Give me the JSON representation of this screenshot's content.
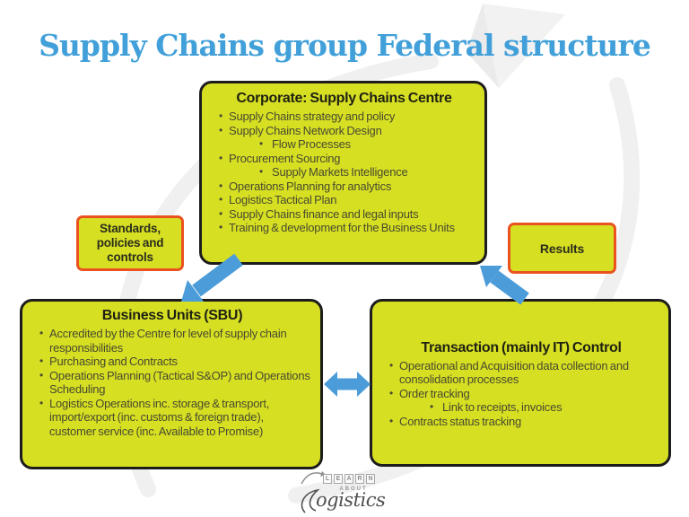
{
  "title": "Supply Chains group Federal structure",
  "boxes": {
    "corporate": {
      "title": "Corporate: Supply Chains Centre",
      "items": [
        {
          "level": 1,
          "text": "Supply Chains strategy and policy"
        },
        {
          "level": 1,
          "text": "Supply Chains Network Design"
        },
        {
          "level": 2,
          "text": "Flow Processes"
        },
        {
          "level": 1,
          "text": "Procurement Sourcing"
        },
        {
          "level": 2,
          "text": "Supply Markets Intelligence"
        },
        {
          "level": 1,
          "text": "Operations Planning for analytics"
        },
        {
          "level": 1,
          "text": "Logistics Tactical Plan"
        },
        {
          "level": 1,
          "text": "Supply Chains finance and legal inputs"
        },
        {
          "level": 1,
          "text": "Training & development for the Business Units"
        }
      ]
    },
    "standards": {
      "label": "Standards,\npolicies and\ncontrols"
    },
    "results": {
      "label": "Results"
    },
    "business_units": {
      "title": "Business Units (SBU)",
      "items": [
        {
          "level": 1,
          "text": "Accredited by the Centre for level of supply chain responsibilities"
        },
        {
          "level": 1,
          "text": "Purchasing and Contracts"
        },
        {
          "level": 1,
          "text": "Operations Planning (Tactical S&OP) and Operations Scheduling"
        },
        {
          "level": 1,
          "text": "Logistics Operations inc. storage & transport, import/export (inc. customs & foreign trade), customer service (inc. Available to Promise)"
        }
      ]
    },
    "transaction": {
      "title": "Transaction (mainly IT) Control",
      "items": [
        {
          "level": 1,
          "text": "Operational and Acquisition data collection and consolidation processes"
        },
        {
          "level": 1,
          "text": "Order tracking"
        },
        {
          "level": 2,
          "text": "Link to receipts, invoices"
        },
        {
          "level": 1,
          "text": "Contracts status tracking"
        }
      ]
    }
  },
  "logo": {
    "learn": "LEARN",
    "about": "ABOUT",
    "script": "ogistics"
  },
  "colors": {
    "box_fill": "#d7df23",
    "box_border": "#1c1c1c",
    "accent_border": "#ea531f",
    "title_blue": "#41a0d9",
    "arrow_blue": "#4b9cd9"
  }
}
